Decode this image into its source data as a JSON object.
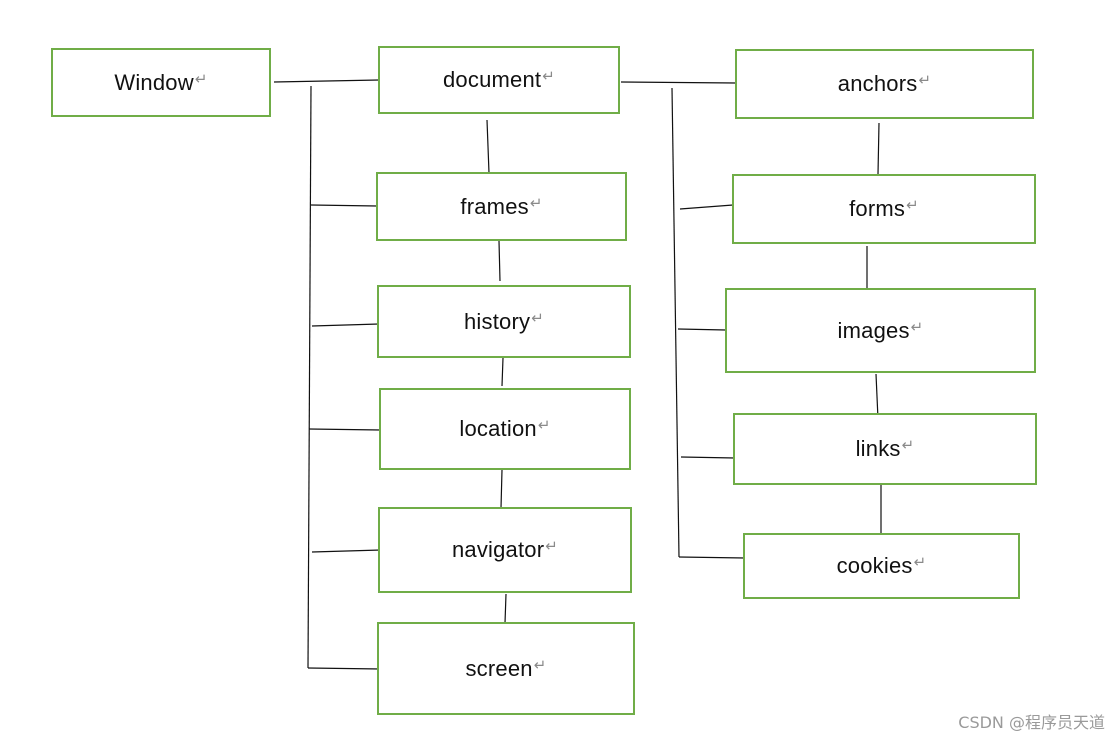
{
  "diagram": {
    "line_color": "#111111",
    "box_border_color": "#70ad47",
    "return_mark": "↵",
    "nodes": {
      "window": "Window",
      "document": "document",
      "frames": "frames",
      "history": "history",
      "location": "location",
      "navigator": "navigator",
      "screen": "screen",
      "anchors": "anchors",
      "forms": "forms",
      "images": "images",
      "links": "links",
      "cookies": "cookies"
    }
  },
  "watermark": "CSDN @程序员天道"
}
